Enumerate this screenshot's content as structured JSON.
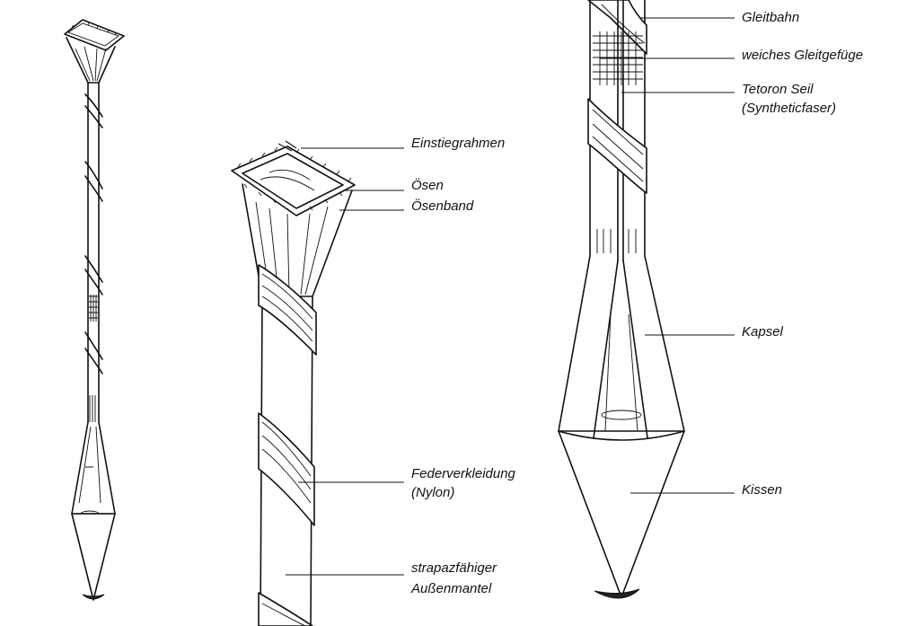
{
  "figure": {
    "labels": {
      "einstiegrahmen": "Einstiegrahmen",
      "oesen": "Ösen",
      "oesenband": "Ösenband",
      "federverkleidung_1": "Federverkleidung",
      "federverkleidung_2": "(Nylon)",
      "aussenmantel_1": "strapazfähiger",
      "aussenmantel_2": "Außenmantel",
      "gleitbahn": "Gleitbahn",
      "gleitgefuege": "weiches Gleitgefüge",
      "seil_1": "Tetoron Seil",
      "seil_2": "(Syntheticfaser)",
      "kapsel": "Kapsel",
      "kissen": "Kissen"
    }
  }
}
